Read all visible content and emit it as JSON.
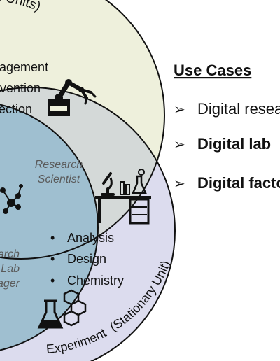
{
  "colors": {
    "top_circle": "#eef0dc",
    "bottom_circle": "#dcdcee",
    "left_circle": "#a9ccd6",
    "overlap_top_bottom": "#d4d9d8",
    "overlap_left_bottom": "#9fbfd0",
    "outline": "#111111",
    "text_dark": "#111111",
    "text_role": "#5a5a5a"
  },
  "top_circle": {
    "arc_label": "(Mobile Units)",
    "items": [
      "Management",
      "Intervention",
      "Inspection"
    ],
    "icon": "robot-arm-icon"
  },
  "center_overlap": {
    "role_line1": "Research",
    "role_line2": "Scientist",
    "icon": "lab-bench-icon"
  },
  "left_circle": {
    "role_lines": [
      "Research",
      "Lab",
      "Manager"
    ],
    "icon": "network-icon"
  },
  "bottom_circle": {
    "items": [
      "Analysis",
      "Design",
      "Chemistry"
    ],
    "bullet": "•",
    "arc_label_main": "Experiment",
    "arc_label_sub": "(Stationary Unit)",
    "icon": "flask-molecule-icon"
  },
  "use_cases": {
    "title": "Use Cases",
    "marker": "➢",
    "items": [
      {
        "label": "Digital research",
        "bold": false
      },
      {
        "label": "Digital lab",
        "bold": true
      },
      {
        "label": "Digital factory",
        "bold": true
      }
    ]
  }
}
